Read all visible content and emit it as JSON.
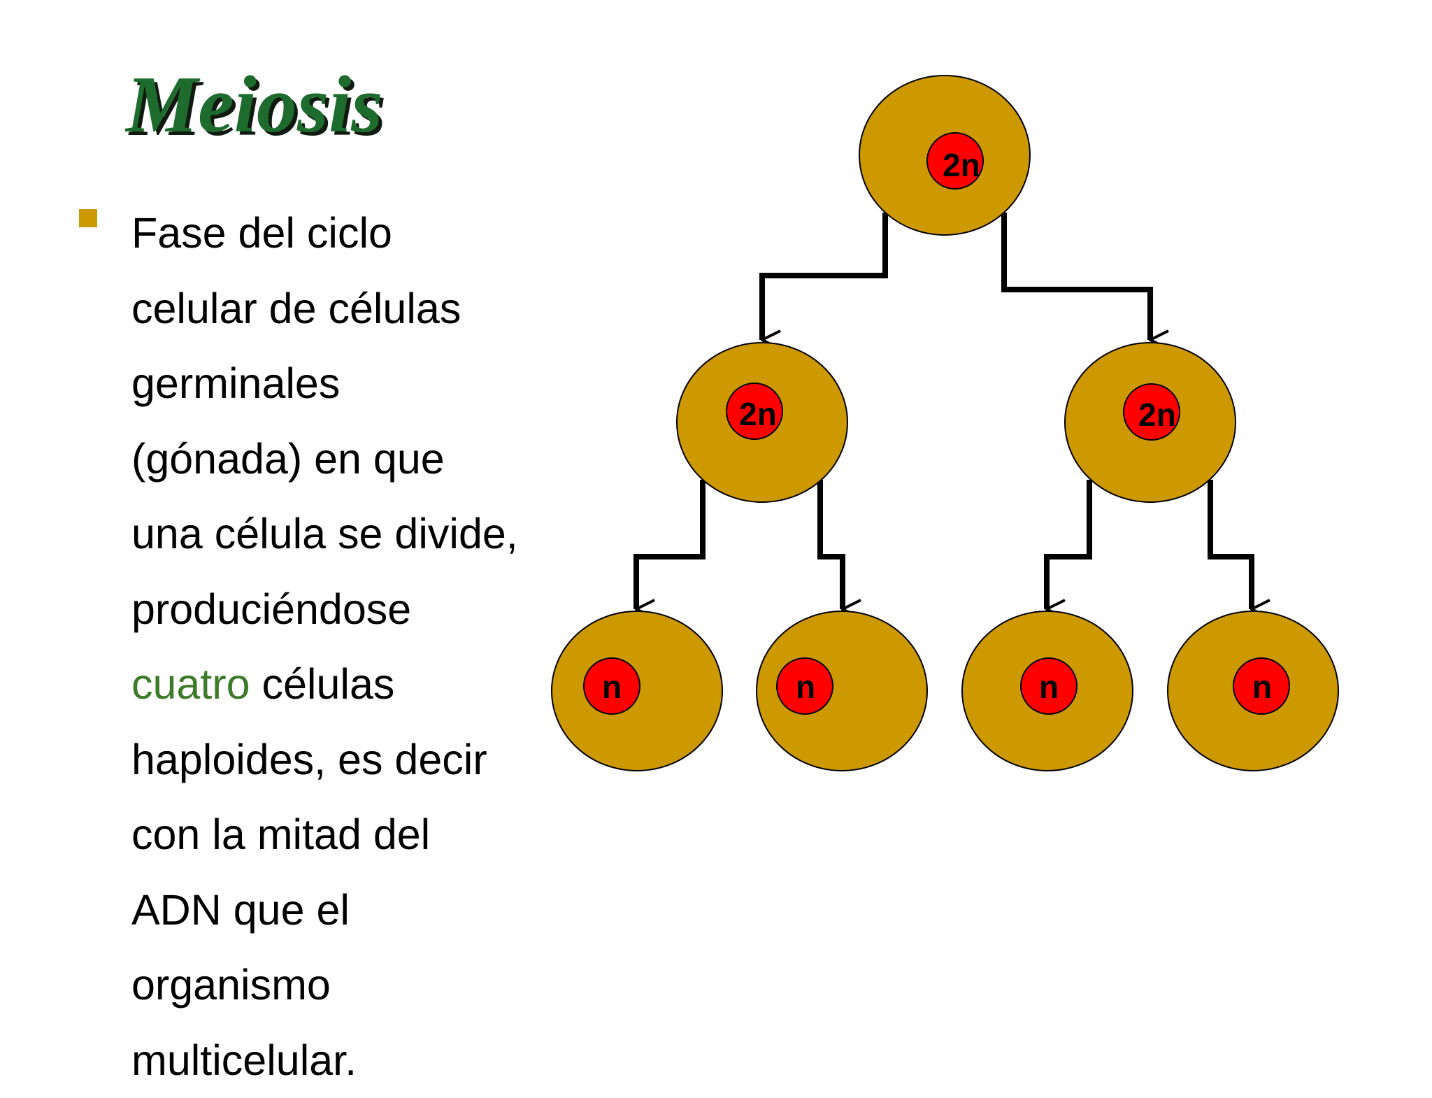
{
  "slide": {
    "title": "Meiosis",
    "body_lines": [
      "Fase del ciclo",
      "celular de células",
      "germinales",
      "(gónada) en que",
      "una célula se divide,",
      "produciéndose"
    ],
    "highlight_word": "cuatro",
    "highlight_rest": " células",
    "body_lines_after": [
      "haploides, es decir",
      "con la mitad del",
      "ADN que el",
      "organismo",
      "multicelular."
    ]
  },
  "diagram": {
    "parent_label": "2n",
    "middle_labels": [
      "2n",
      "2n"
    ],
    "daughter_labels": [
      "n",
      "n",
      "n",
      "n"
    ]
  },
  "colors": {
    "title": "#1e6b2e",
    "title_shadow": "#111a11",
    "bullet": "#cc9900",
    "highlight": "#3d7a2a",
    "cell": "#cc9900",
    "nucleus": "#ff0000",
    "arrow": "#000000"
  }
}
